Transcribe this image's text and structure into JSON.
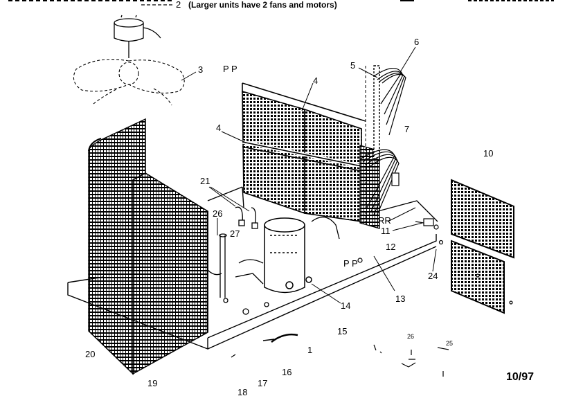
{
  "caption": "(Larger units have 2 fans and motors)",
  "date_code": "10/97",
  "callouts": {
    "n1": "1",
    "n2": "2",
    "n3": "3",
    "n4a": "4",
    "n4b": "4",
    "n5": "5",
    "n6": "6",
    "n7": "7",
    "n10": "10",
    "n11": "11",
    "n12": "12",
    "n13": "13",
    "n14": "14",
    "n15": "15",
    "n16": "16",
    "n17": "17",
    "n18": "18",
    "n19": "19",
    "n20": "20",
    "n21": "21",
    "n24": "24",
    "n25": "25",
    "n26a": "26",
    "n26b": "26",
    "n27": "27",
    "pp1": "P P",
    "pp2": "P P",
    "rr": "RR"
  }
}
